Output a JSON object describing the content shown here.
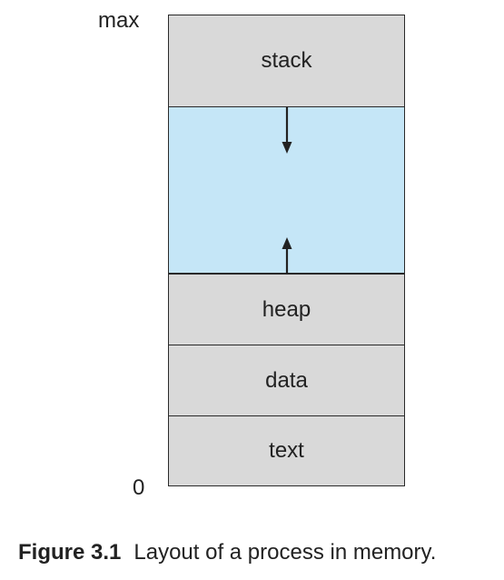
{
  "labels": {
    "max": "max",
    "zero": "0"
  },
  "segments": [
    {
      "id": "stack",
      "label": "stack"
    },
    {
      "id": "free",
      "label": ""
    },
    {
      "id": "heap",
      "label": "heap"
    },
    {
      "id": "data",
      "label": "data"
    },
    {
      "id": "text",
      "label": "text"
    }
  ],
  "colors": {
    "segment_fill": "#d9d9d9",
    "free_space_fill": "#c5e6f7",
    "border": "#2a2a2a",
    "arrow": "#222222"
  },
  "arrows": [
    {
      "name": "stack-growth-arrow",
      "direction": "down"
    },
    {
      "name": "heap-growth-arrow",
      "direction": "up"
    }
  ],
  "caption": {
    "number": "Figure 3.1",
    "text": "Layout of a process in memory."
  }
}
